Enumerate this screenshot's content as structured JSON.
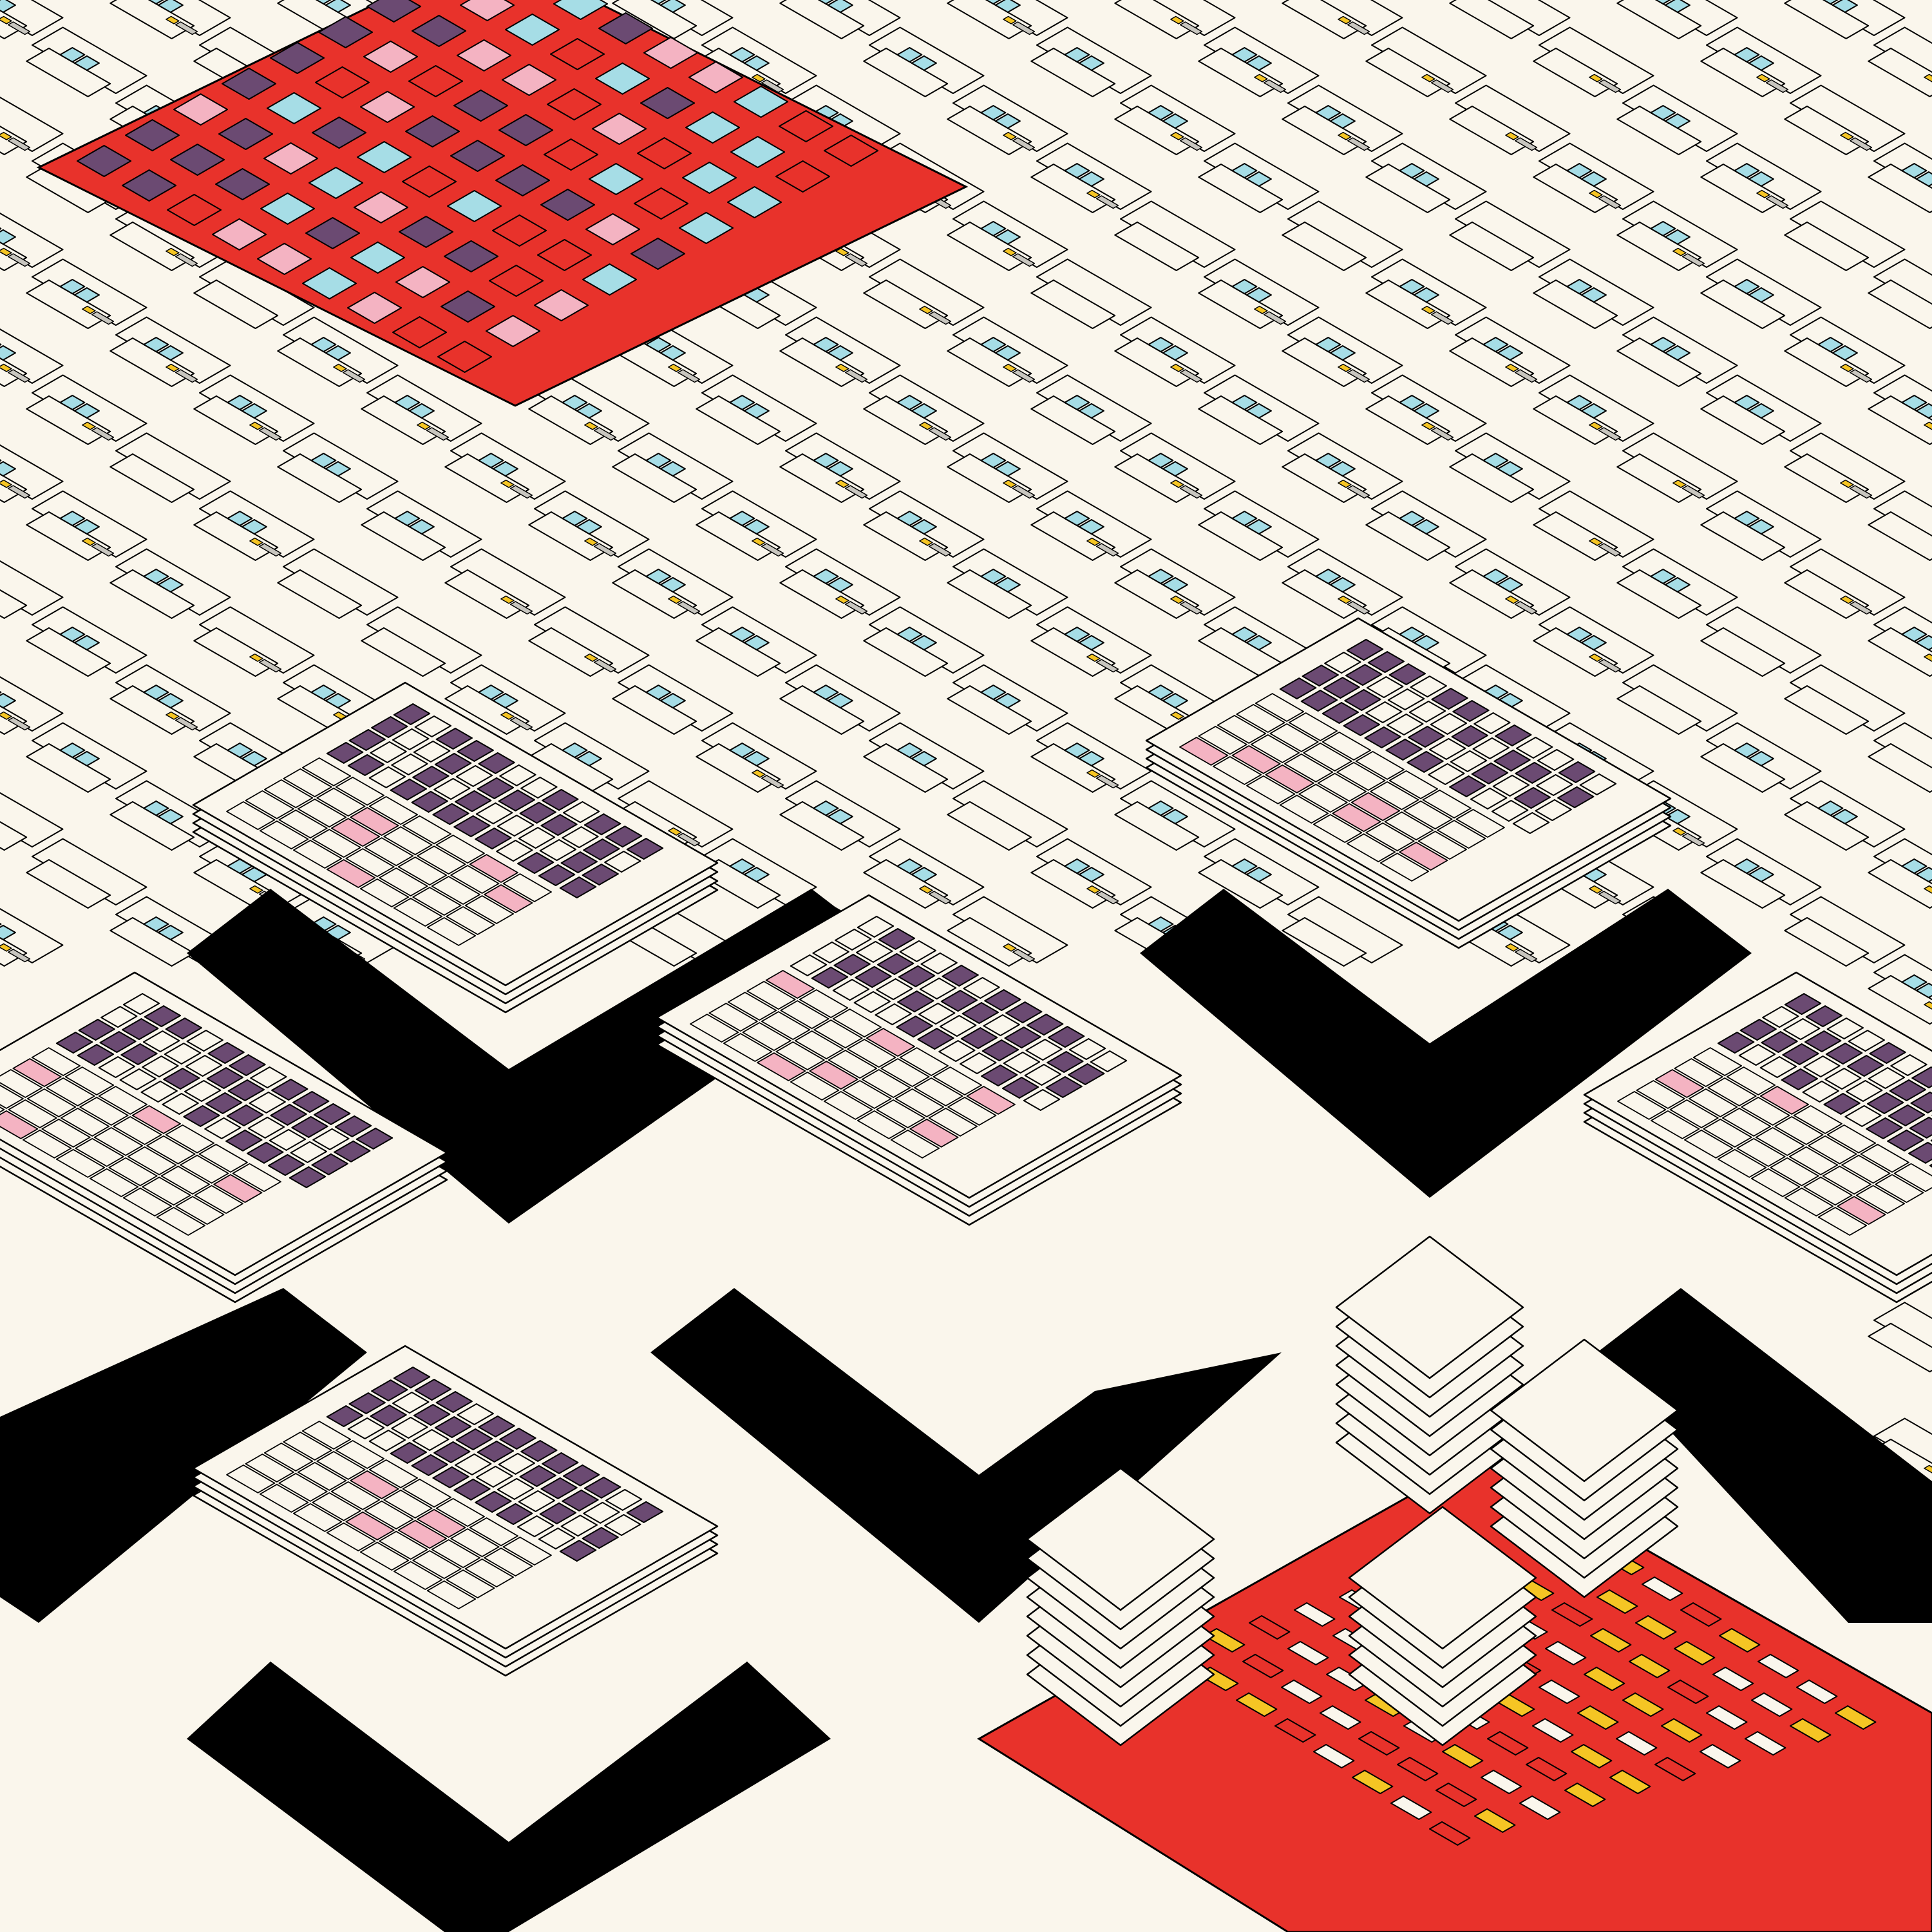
{
  "palette": {
    "cream": "#faf6ec",
    "ink": "#000000",
    "red": "#e8322b",
    "dark_red": "#9a1f1a",
    "purple": "#6b4a72",
    "pink": "#f4b3c2",
    "light_blue": "#a6dde6",
    "yellow": "#f5c524",
    "grey": "#c8c6bf"
  },
  "icons": [
    "isometric-stack",
    "zigzag-band",
    "tile-grid",
    "bar-block"
  ]
}
